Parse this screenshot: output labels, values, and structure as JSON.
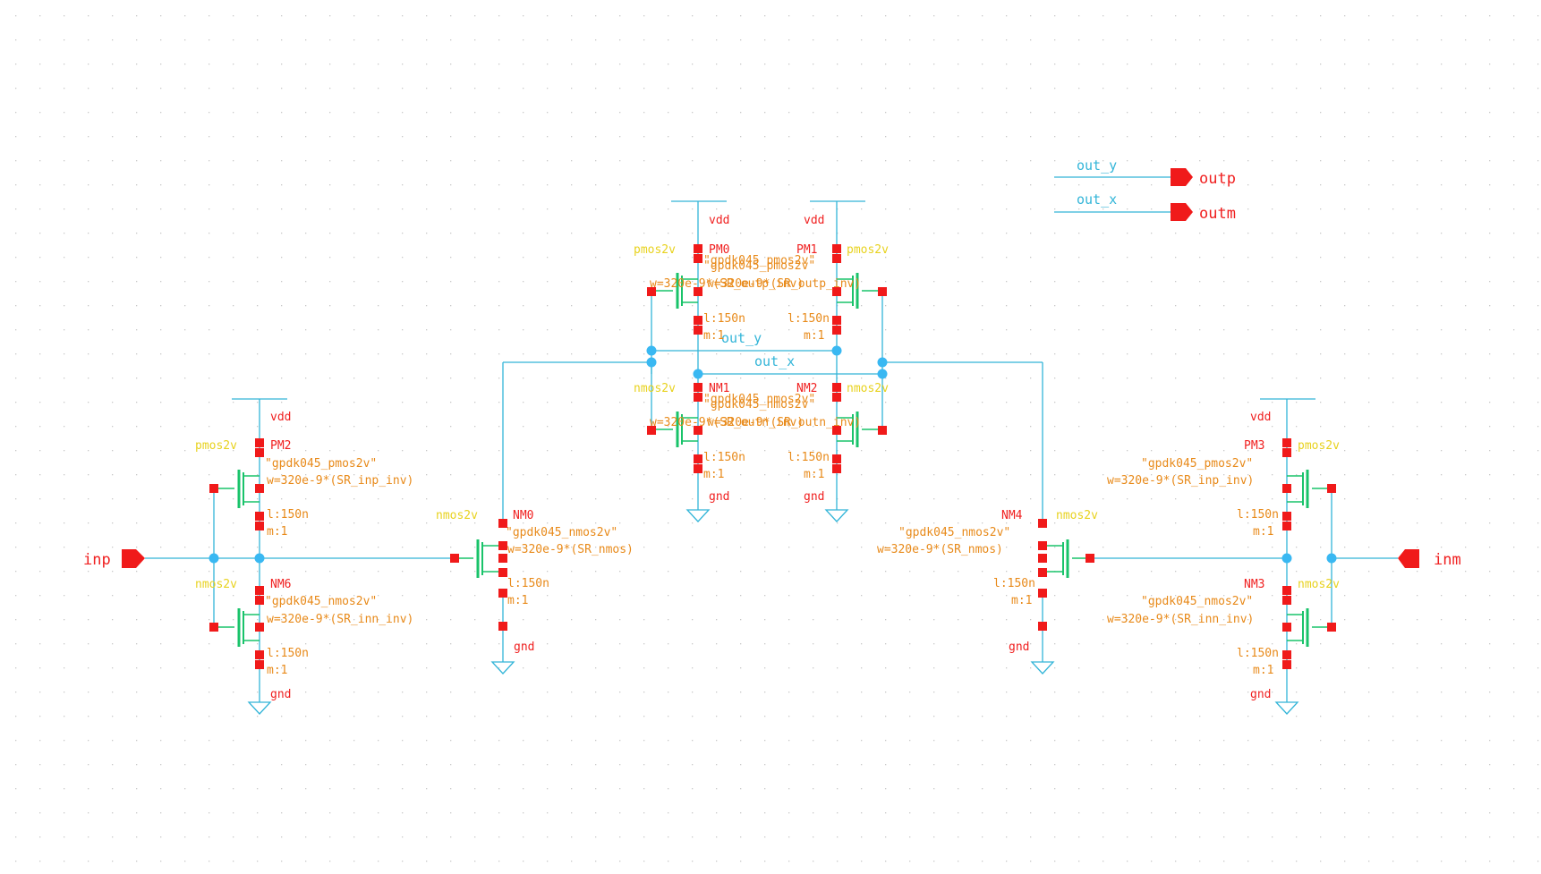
{
  "colors": {
    "background": "#ffffff",
    "grid_dot": "#c8c8c8",
    "wire": "#33b5d8",
    "device": "#19c36a",
    "pin": "#f01a1a",
    "instance_label": "#f02020",
    "model_label": "#e8d21e",
    "param_label": "#e88a1a",
    "net_label": "#33b5d8",
    "junction": "#39b8f2"
  },
  "ports": {
    "outp": "outp",
    "outm": "outm",
    "inp": "inp",
    "inm": "inm"
  },
  "nets": {
    "out_y": "out_y",
    "out_x": "out_x",
    "vdd": "vdd",
    "gnd": "gnd"
  },
  "devices": {
    "PM0": {
      "name": "PM0",
      "model": "pmos2v",
      "cell": "\"gpdk045_pmos2v\"",
      "w": "w=320e-9*(SR_outp_inv)",
      "l": "l:150n",
      "m": "m:1"
    },
    "PM1": {
      "name": "PM1",
      "model": "pmos2v",
      "cell": "\"gpdk045_pmos2v\"",
      "w": "w=320e-9*(SR_outp_inv)",
      "l": "l:150n",
      "m": "m:1"
    },
    "NM1": {
      "name": "NM1",
      "model": "nmos2v",
      "cell": "\"gpdk045_nmos2v\"",
      "w": "w=320e-9*(SR_outn_inv)",
      "l": "l:150n",
      "m": "m:1"
    },
    "NM2": {
      "name": "NM2",
      "model": "nmos2v",
      "cell": "\"gpdk045_nmos2v\"",
      "w": "w=320e-9*(SR_outn_inv)",
      "l": "l:150n",
      "m": "m:1"
    },
    "PM2": {
      "name": "PM2",
      "model": "pmos2v",
      "cell": "\"gpdk045_pmos2v\"",
      "w": "w=320e-9*(SR_inp_inv)",
      "l": "l:150n",
      "m": "m:1"
    },
    "NM6": {
      "name": "NM6",
      "model": "nmos2v",
      "cell": "\"gpdk045_nmos2v\"",
      "w": "w=320e-9*(SR_inn_inv)",
      "l": "l:150n",
      "m": "m:1"
    },
    "NM0": {
      "name": "NM0",
      "model": "nmos2v",
      "cell": "\"gpdk045_nmos2v\"",
      "w": "w=320e-9*(SR_nmos)",
      "l": "l:150n",
      "m": "m:1"
    },
    "NM4": {
      "name": "NM4",
      "model": "nmos2v",
      "cell": "\"gpdk045_nmos2v\"",
      "w": "w=320e-9*(SR_nmos)",
      "l": "l:150n",
      "m": "m:1"
    },
    "PM3": {
      "name": "PM3",
      "model": "pmos2v",
      "cell": "\"gpdk045_pmos2v\"",
      "w": "w=320e-9*(SR_inp_inv)",
      "l": "l:150n",
      "m": "m:1"
    },
    "NM3": {
      "name": "NM3",
      "model": "nmos2v",
      "cell": "\"gpdk045_nmos2v\"",
      "w": "w=320e-9*(SR_inn_inv)",
      "l": "l:150n",
      "m": "m:1"
    }
  }
}
